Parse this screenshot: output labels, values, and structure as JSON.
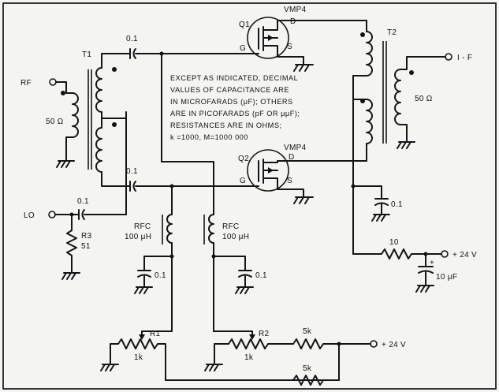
{
  "notes": [
    "EXCEPT AS INDICATED, DECIMAL",
    "VALUES OF CAPACITANCE ARE",
    "IN MICROFARADS (μF); OTHERS",
    "ARE IN PICOFARADS (pF OR μμF);",
    "RESISTANCES ARE IN OHMS;",
    "k =1000, M=1000 000"
  ],
  "labels": {
    "rf": "RF",
    "lo": "LO",
    "if": "I - F",
    "plus24_top": "+ 24 V",
    "plus24_bottom": "+ 24 V",
    "t1": "T1",
    "t2": "T2",
    "ohm50_left": "50 Ω",
    "ohm50_right": "50 Ω",
    "q1": "Q1",
    "q2": "Q2",
    "vmp4_1": "VMP4",
    "vmp4_2": "VMP4",
    "q1_d": "D",
    "q1_g": "G",
    "q1_s": "S",
    "q2_d": "D",
    "q2_g": "G",
    "q2_s": "S",
    "c_top": "0.1",
    "c_mid": "0.1",
    "c_lo": "0.1",
    "c_rfc1": "0.1",
    "c_rfc2": "0.1",
    "c_right": "0.1",
    "r3": "R3",
    "r3_val": "51",
    "rfc1": "RFC",
    "rfc1_val": "100 μH",
    "rfc2": "RFC",
    "rfc2_val": "100 μH",
    "r_ten": "10",
    "c_10uf": "10 μF",
    "plus_sign": "+",
    "r1": "R1",
    "r1_val": "1k",
    "r2": "R2",
    "r2_val": "1k",
    "r5k_top": "5k",
    "r5k_bottom": "5k"
  }
}
